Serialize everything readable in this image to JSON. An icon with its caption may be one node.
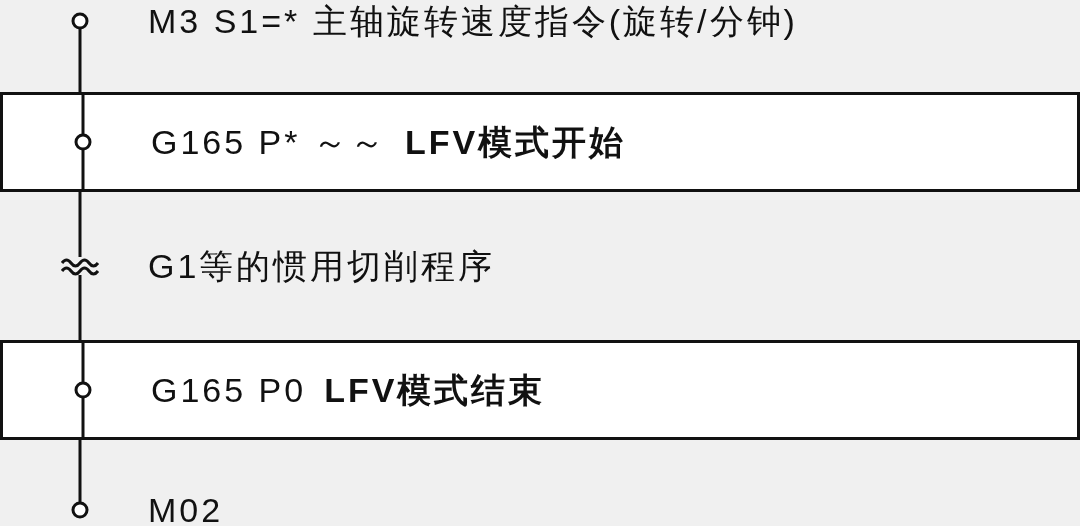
{
  "diagram": {
    "nodes": [
      {
        "text": [
          "M3 S1=* 主轴旋转速度指令(旋转/分钟)"
        ]
      },
      {
        "text": [
          "G165 P* ～～",
          "LFV模式开始"
        ]
      },
      {
        "text": [
          "G1等的惯用切削程序"
        ]
      },
      {
        "text": [
          "G165 P0",
          "LFV模式结束"
        ]
      },
      {
        "text": [
          "M02"
        ]
      }
    ],
    "edges": [
      {
        "from": 0,
        "to": 1,
        "arrow": "none"
      },
      {
        "from": 1,
        "to": 2,
        "arrow": "none"
      },
      {
        "from": 2,
        "to": 3,
        "arrow": "none"
      },
      {
        "from": 3,
        "to": 4,
        "arrow": "none"
      }
    ]
  }
}
